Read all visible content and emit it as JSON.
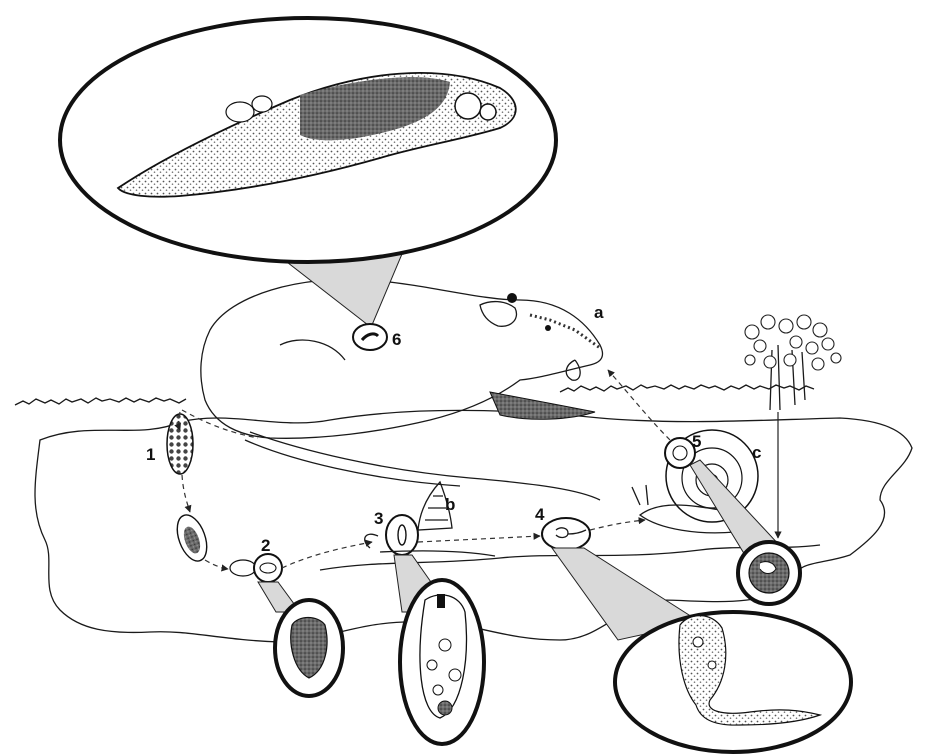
{
  "stages": [
    {
      "id": "1",
      "label": "1"
    },
    {
      "id": "2",
      "label": "2"
    },
    {
      "id": "3",
      "label": "3"
    },
    {
      "id": "4",
      "label": "4"
    },
    {
      "id": "5",
      "label": "5"
    },
    {
      "id": "6",
      "label": "6"
    }
  ],
  "hosts": {
    "a": "a",
    "b": "b",
    "c": "c"
  }
}
